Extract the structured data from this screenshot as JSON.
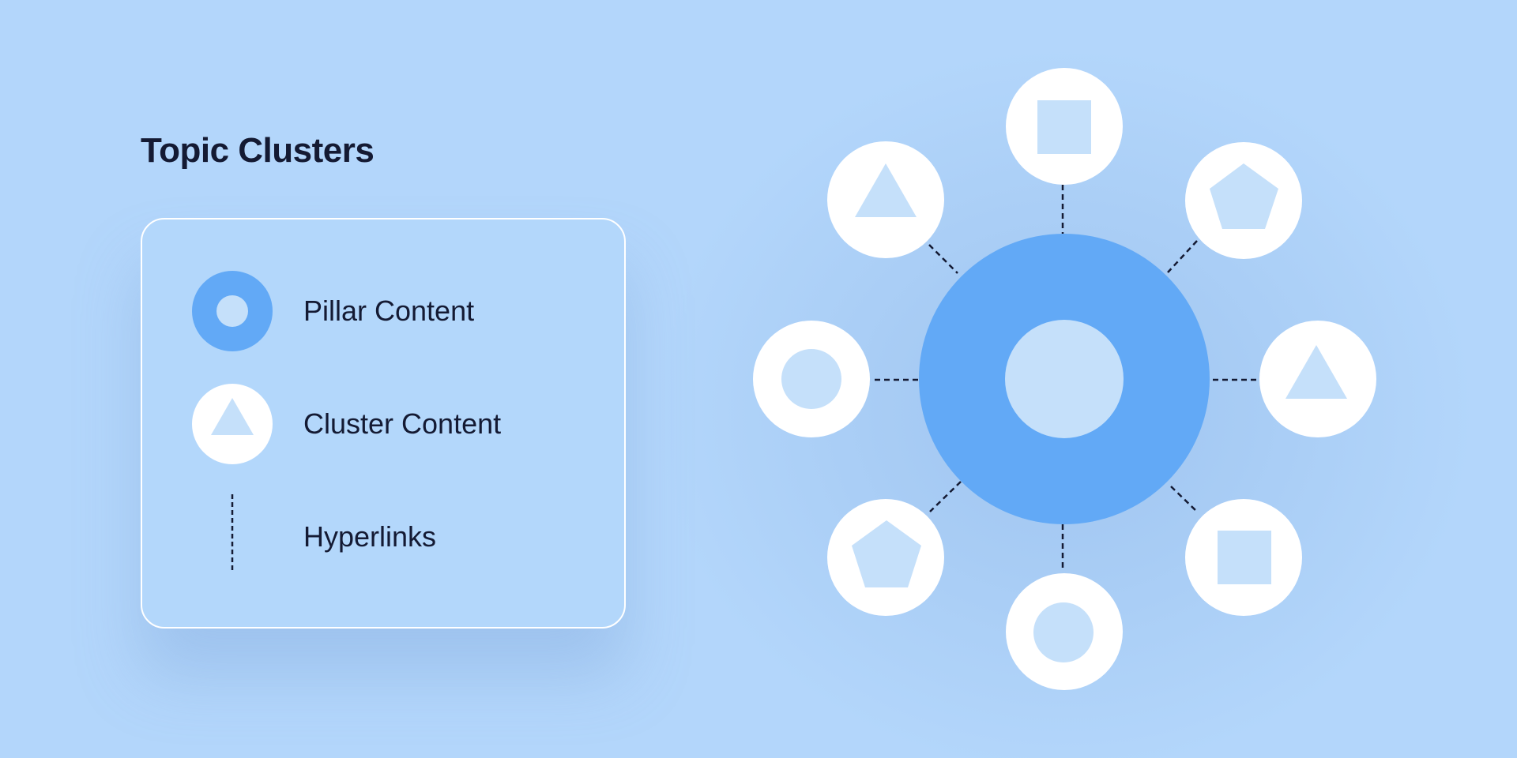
{
  "title": "Topic Clusters",
  "legend": {
    "items": [
      {
        "label": "Pillar Content",
        "icon": "pillar-ring-icon"
      },
      {
        "label": "Cluster Content",
        "icon": "cluster-triangle-icon"
      },
      {
        "label": "Hyperlinks",
        "icon": "dashed-line-icon"
      }
    ]
  },
  "diagram": {
    "center": {
      "type": "pillar",
      "shape": "circle"
    },
    "nodes": [
      {
        "position": "top",
        "shape": "square"
      },
      {
        "position": "top-right",
        "shape": "pentagon"
      },
      {
        "position": "right",
        "shape": "triangle"
      },
      {
        "position": "bottom-right",
        "shape": "square"
      },
      {
        "position": "bottom",
        "shape": "circle"
      },
      {
        "position": "bottom-left",
        "shape": "pentagon"
      },
      {
        "position": "left",
        "shape": "circle"
      },
      {
        "position": "top-left",
        "shape": "triangle"
      }
    ]
  },
  "colors": {
    "background": "#b3d6fb",
    "pillar": "#62a9f6",
    "inner_shape": "#c5e0fa",
    "node": "#ffffff",
    "text": "#141a33",
    "link": "#141a33"
  }
}
